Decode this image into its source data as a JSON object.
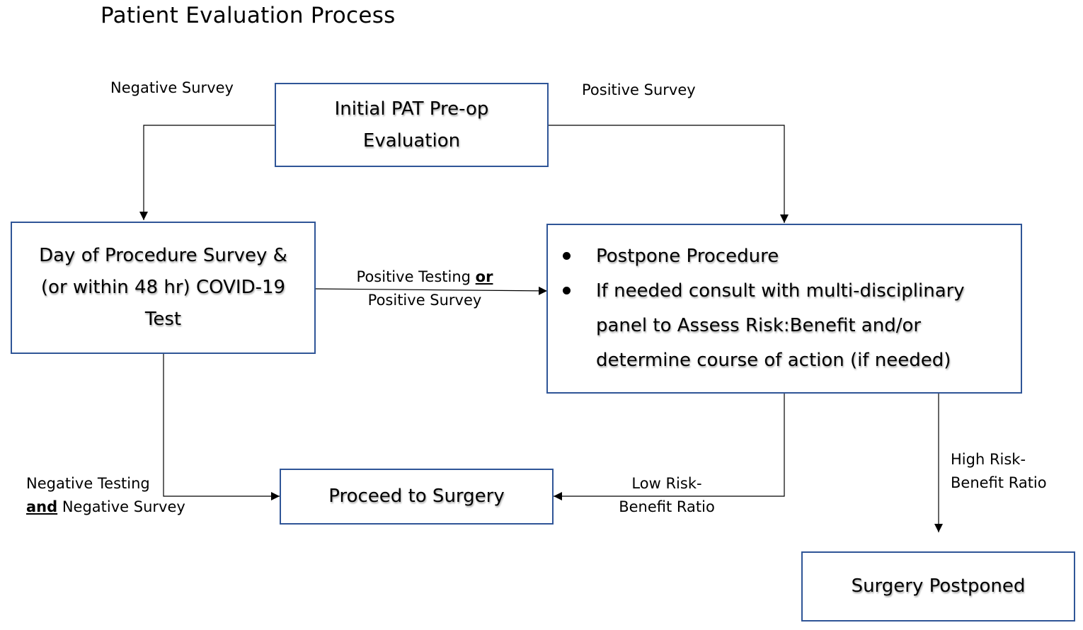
{
  "title": "Patient Evaluation Process",
  "nodes": {
    "initial": [
      "Initial PAT Pre-op",
      "Evaluation"
    ],
    "day_of": [
      "Day of Procedure Survey &",
      "(or within 48 hr) COVID-19",
      "Test"
    ],
    "postpone": {
      "bullet1": "Postpone Procedure",
      "bullet2_lines": [
        "If needed consult with multi-disciplinary",
        "panel to Assess Risk:Benefit and/or",
        "determine course of action (if needed)"
      ]
    },
    "proceed": "Proceed to Surgery",
    "postponed": "Surgery Postponed"
  },
  "edges": {
    "negative_survey": "Negative Survey",
    "positive_survey": "Positive Survey",
    "positive_testing_pre": "Positive Testing ",
    "positive_testing_or": "or",
    "positive_testing_post": "Positive Survey",
    "negative_testing_line1": "Negative Testing",
    "negative_testing_and": "and",
    "negative_testing_post": " Negative Survey",
    "low_risk": [
      "Low Risk-",
      "Benefit Ratio"
    ],
    "high_risk": [
      "High Risk-",
      "Benefit Ratio"
    ]
  }
}
